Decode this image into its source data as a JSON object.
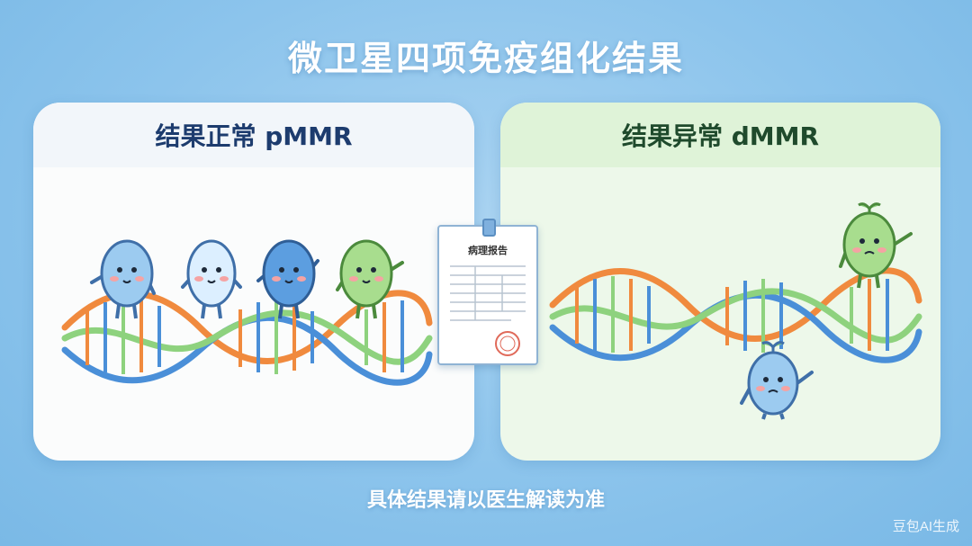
{
  "title": "微卫星四项免疫组化结果",
  "left_panel": {
    "heading": "结果正常 pMMR"
  },
  "right_panel": {
    "heading": "结果异常 dMMR"
  },
  "report": {
    "title": "病理报告"
  },
  "footer": "具体结果请以医生解读为准",
  "watermark": "豆包AI生成",
  "colors": {
    "dna_orange": "#f08a3e",
    "dna_blue": "#4a8fd8",
    "dna_green": "#8ed27e",
    "mascot_blue": "#8fc4ef",
    "mascot_green": "#a8dd8e"
  }
}
